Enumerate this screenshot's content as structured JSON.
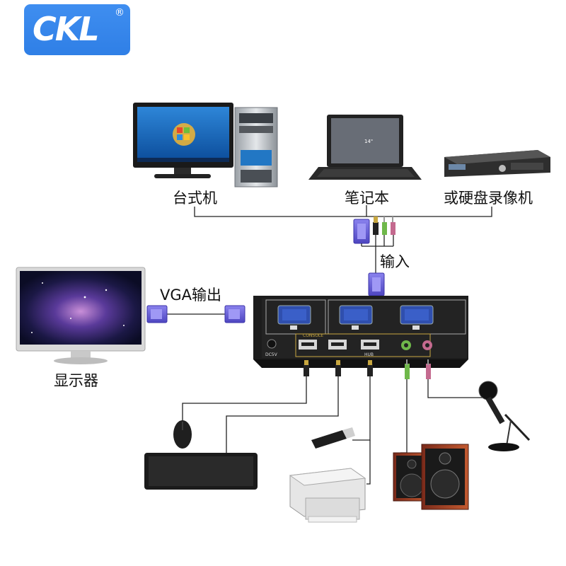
{
  "brand": {
    "logo_text": "CKL",
    "registered_mark": "®"
  },
  "devices": {
    "desktop_label": "台式机",
    "laptop_label": "笔记本",
    "dvr_label": "或硬盘录像机",
    "display_label": "显示器"
  },
  "connections": {
    "input_label": "输入",
    "vga_output_label": "VGA输出"
  },
  "kvm_switch": {
    "console_label": "CONSOLE",
    "hub_label": "HUB",
    "power_label": "DC5V"
  },
  "laptop_screen_text": "14\"",
  "colors": {
    "logo_blue": "#2f7fe6",
    "vga_connector_blue": "#6b63d6",
    "kvm_body": "#1c1c1c",
    "audio_green": "#6fb84a",
    "audio_pink": "#c46a8f",
    "cable_black": "#111111"
  }
}
